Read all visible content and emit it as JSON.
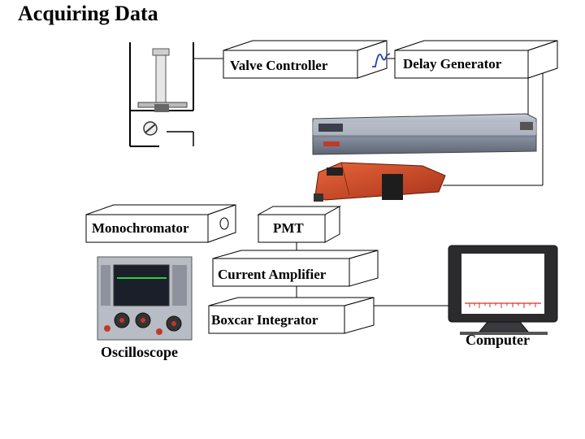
{
  "title": "Acquiring Data",
  "boxes": {
    "valve_controller": "Valve Controller",
    "delay_generator": "Delay Generator",
    "monochromator": "Monochromator",
    "pmt": "PMT",
    "current_amplifier": "Current Amplifier",
    "boxcar_integrator": "Boxcar Integrator"
  },
  "captions": {
    "oscilloscope": "Oscilloscope",
    "computer": "Computer"
  },
  "colors": {
    "laser_orange": "#d64a1f",
    "laser_silver": "#9aa3b3",
    "scope_trace": "#2ecc40",
    "computer_spectrum": "#d0342c"
  }
}
